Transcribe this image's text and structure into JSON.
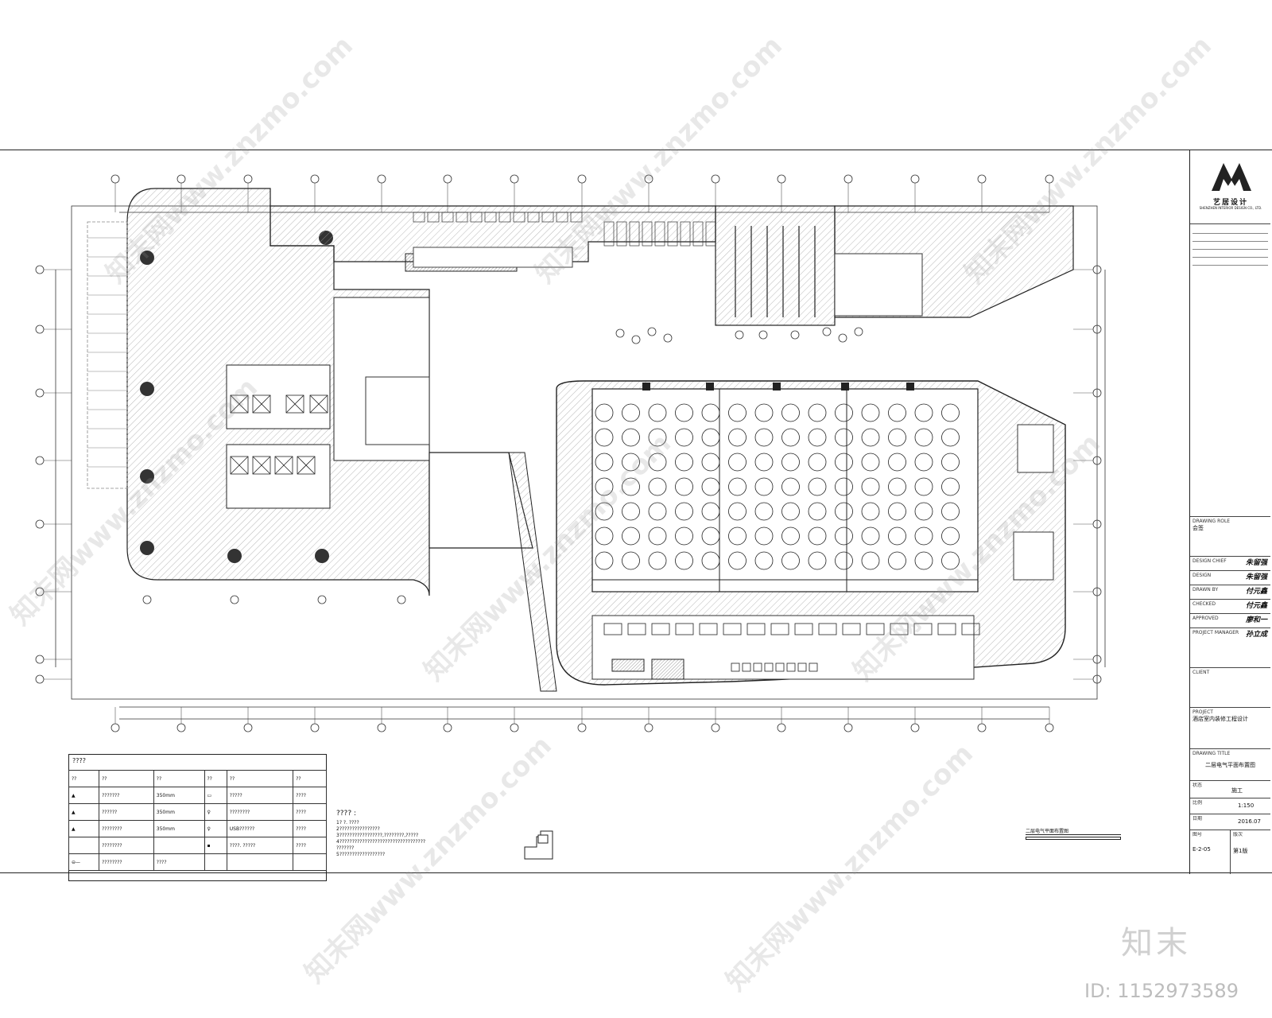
{
  "title_block": {
    "company_cn": "艺居设计",
    "company_en": "SHENZHEN INTERIOR DESIGN CO., LTD.",
    "rows": [
      {
        "label": "DRAWING ROLE",
        "value": "会签"
      },
      {
        "label": "DESIGN CHIEF",
        "value": "",
        "sign": "朱留强"
      },
      {
        "label": "DESIGN",
        "value": "",
        "sign": "朱留强"
      },
      {
        "label": "DRAWN BY",
        "value": "",
        "sign": "付元鑫"
      },
      {
        "label": "CHECKED",
        "value": "",
        "sign": "付元鑫"
      },
      {
        "label": "APPROVED",
        "value": "",
        "sign": "廖和一"
      },
      {
        "label": "PROJECT MANAGER",
        "value": "",
        "sign": "孙立成"
      }
    ],
    "client_label": "CLIENT",
    "project_label": "PROJECT",
    "project_value": "酒店室内装修工程设计",
    "drawing_title_label": "DRAWING TITLE",
    "drawing_title": "二层电气平面布置图",
    "status_label": "状态",
    "status_value": "施工",
    "scale_label": "比例",
    "scale_value": "1:150",
    "date_label": "日期",
    "date_value": "2016.07",
    "drawing_no_label": "图号",
    "drawing_no": "E-2-05",
    "rev_label": "版次",
    "rev_value": "第1版"
  },
  "legend": {
    "title": "????",
    "headers": [
      "??",
      "??",
      "??",
      "??",
      "??",
      "??"
    ],
    "rows": [
      [
        "???????",
        "350mm",
        "?????",
        "????"
      ],
      [
        "??????",
        "350mm",
        "????????",
        "????"
      ],
      [
        "????????",
        "350mm",
        "USB??????",
        "????"
      ],
      [
        "????????",
        "",
        "????. ?????",
        "????"
      ],
      [
        "????????",
        "????",
        "",
        ""
      ]
    ]
  },
  "notes": {
    "title": "???? :",
    "lines": [
      "1? ?. ????",
      "2????????????????",
      "3?????????????????,????????,?????",
      "4??????????????????????????????????",
      "   ???????",
      "5??????????????????"
    ]
  },
  "scale_bar_label": "二层电气平面布置图",
  "watermark": {
    "brand": "知末",
    "id": "ID: 1152973589",
    "diag_text": "知末网www.znzmo.com"
  }
}
